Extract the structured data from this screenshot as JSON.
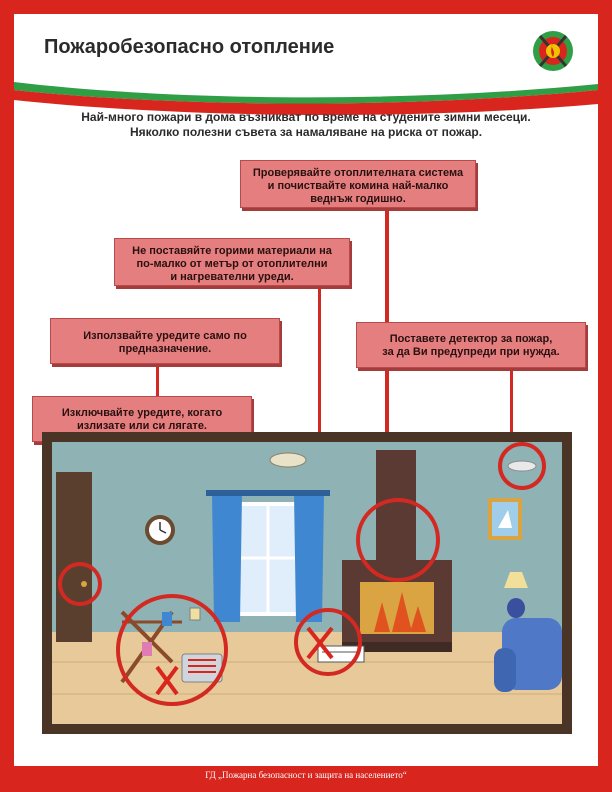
{
  "header": {
    "title": "Пожаробезопасно отопление"
  },
  "intro": {
    "line1": "Най-много пожари в дома възникват по време на студените зимни месеци.",
    "line2": "Няколко полезни съвета за намаляване на риска от пожар."
  },
  "tips": {
    "inspect_line1": "Проверявайте отоплителната система",
    "inspect_line2": "и почиствайте комина най-малко",
    "inspect_line3": "веднъж годишно.",
    "distance_line1": "Не поставяйте горими материали на",
    "distance_line2": "по-малко от метър от отоплителни",
    "distance_line3": "и нагревателни уреди.",
    "purpose_line1": "Използвайте уредите само по",
    "purpose_line2": "предназначение.",
    "detector_line1": "Поставете детектор за пожар,",
    "detector_line2": "за да Ви предупреди при нужда.",
    "switch_off_line1": "Изключвайте уредите, когато",
    "switch_off_line2": "излизате или си лягате."
  },
  "footer": {
    "text": "ГД „Пожарна безопасност и защита на населението“"
  },
  "colors": {
    "border_red": "#d8261e",
    "tip_fill": "#e57f7f",
    "swoosh_green": "#2f9e45",
    "swoosh_red": "#d8261e",
    "wall": "#8fb2b5",
    "floor": "#e8c99a"
  }
}
